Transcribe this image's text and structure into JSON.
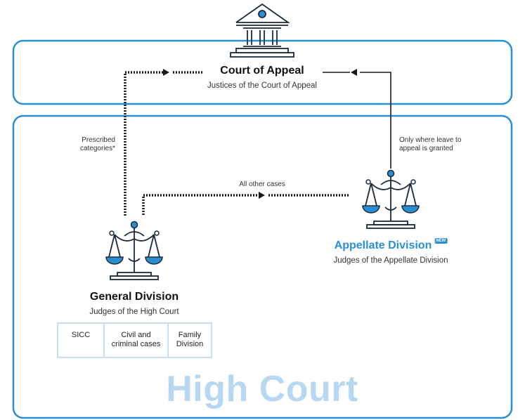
{
  "court_of_appeal": {
    "title": "Court of Appeal",
    "subtitle": "Justices of the Court of Appeal"
  },
  "high_court": {
    "label": "High Court",
    "general_division": {
      "title": "General Division",
      "subtitle": "Judges of the High Court",
      "divisions": [
        "SICC",
        "Civil and\ncriminal cases",
        "Family\nDivision"
      ]
    },
    "appellate_division": {
      "title": "Appellate Division",
      "badge": "NEW",
      "subtitle": "Judges of the Appellate Division"
    }
  },
  "arrows": {
    "general_to_appeal": "Prescribed\ncategories*",
    "general_to_appellate": "All other cases",
    "appellate_to_appeal": "Only where leave to\nappeal is granted"
  },
  "colors": {
    "frame_blue": "#2a8fd0",
    "light_blue": "#c9def2",
    "high_court_text": "#b8d8f2",
    "accent": "#2a8fd0"
  },
  "icons": [
    "courthouse-icon",
    "scales-of-justice-icon",
    "scales-of-justice-icon"
  ]
}
